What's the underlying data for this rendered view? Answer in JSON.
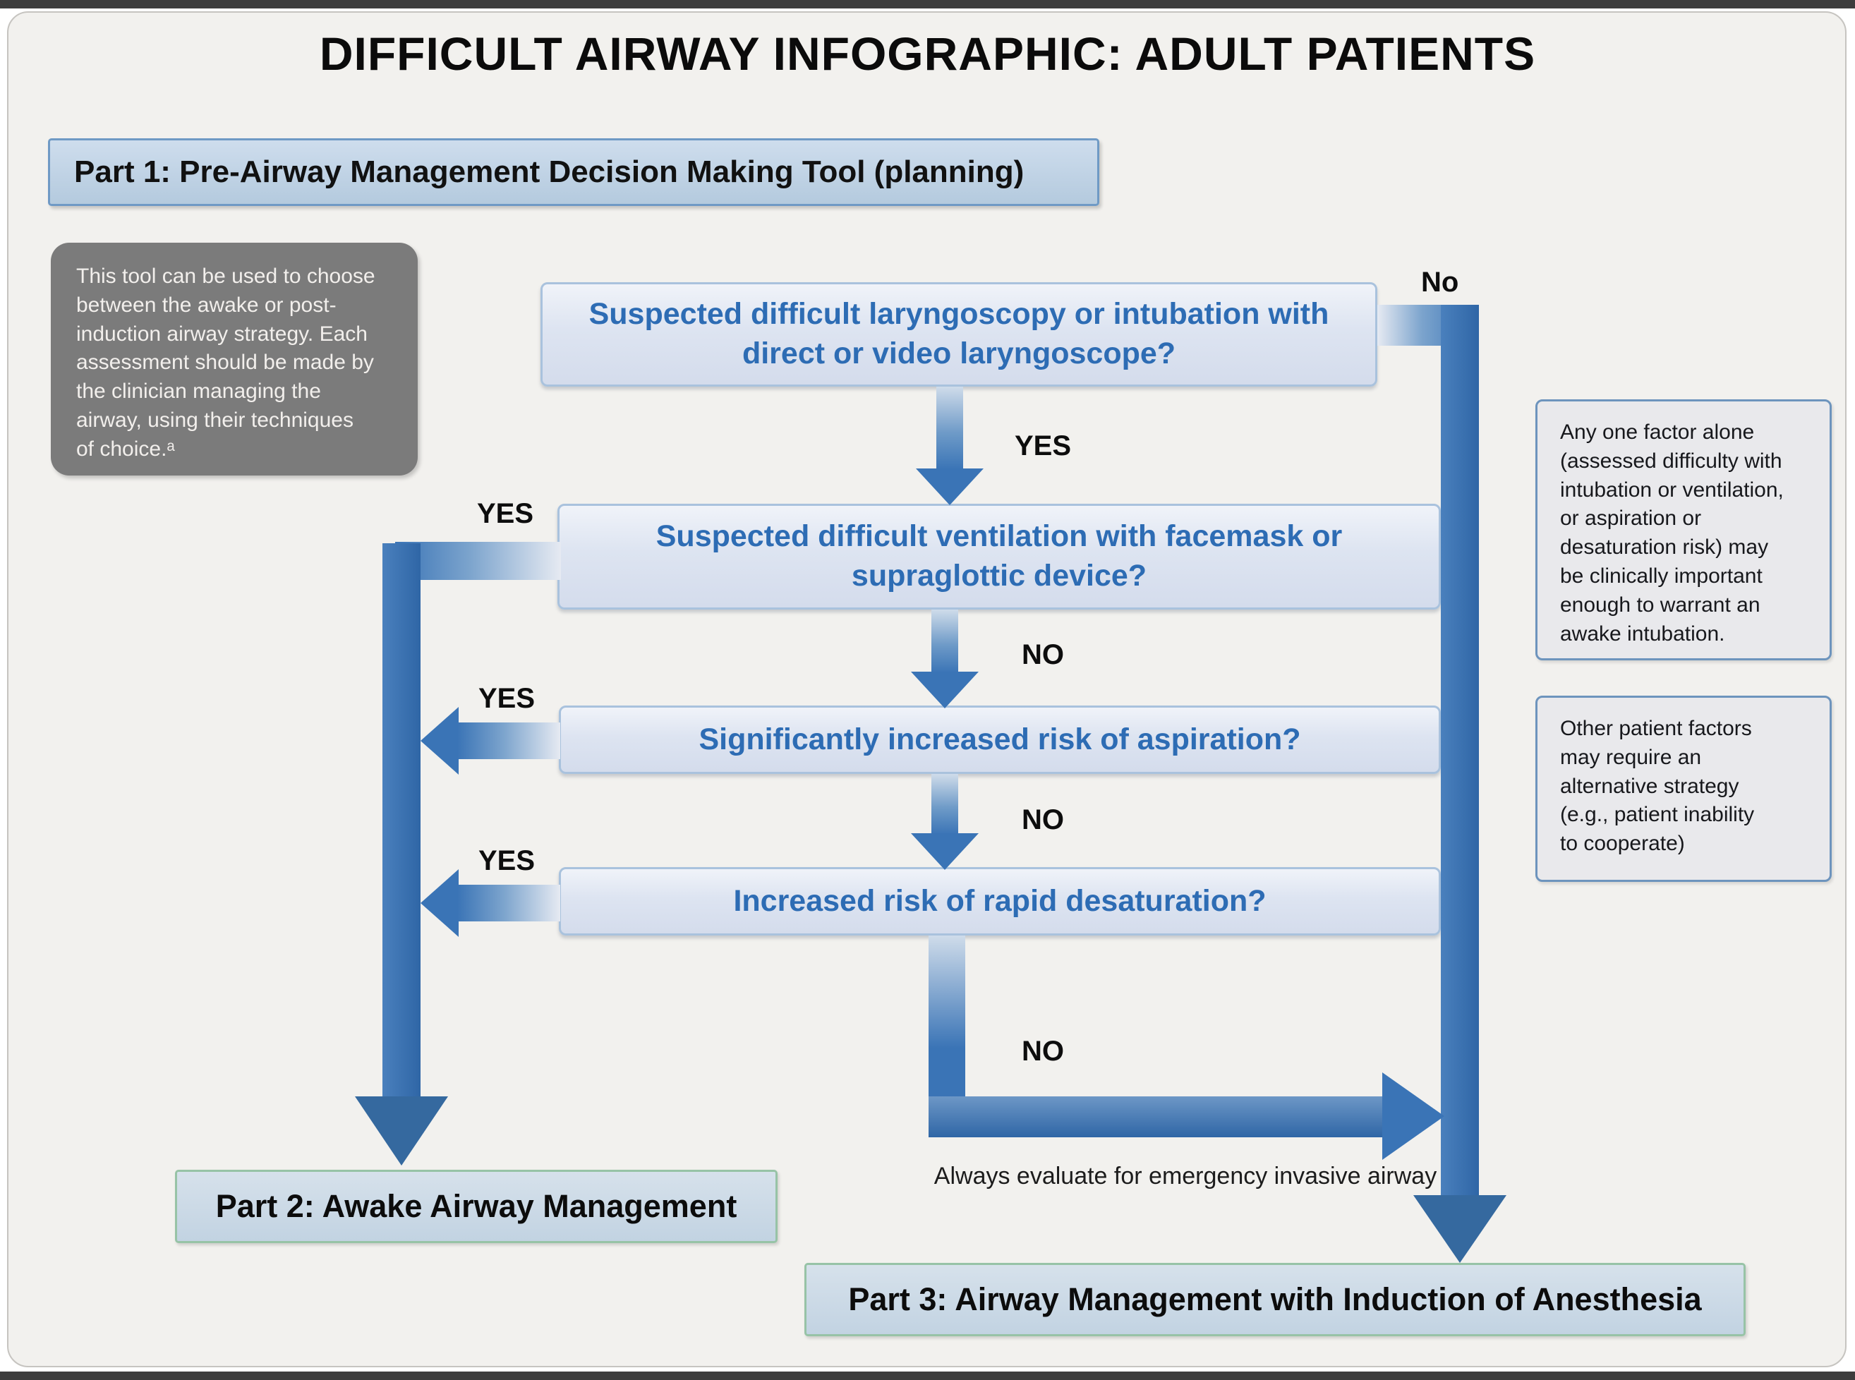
{
  "title": "DIFFICULT AIRWAY INFOGRAPHIC: ADULT PATIENTS",
  "part1_header": "Part 1: Pre-Airway Management Decision Making Tool (planning)",
  "planning_note": "This tool can be used to choose\nbetween the awake or post-\ninduction airway strategy. Each\nassessment should be made by\nthe clinician managing the\nairway, using their techniques\nof choice.ᵃ",
  "flow": {
    "q1": {
      "text": "Suspected difficult laryngoscopy or intubation with direct or video laryngoscope?",
      "branch_no": "No",
      "branch_yes": "YES"
    },
    "q2": {
      "text": "Suspected difficult ventilation with facemask or supraglottic device?",
      "branch_yes": "YES",
      "branch_no": "NO"
    },
    "q3": {
      "text": "Significantly increased risk of aspiration?",
      "branch_yes": "YES",
      "branch_no": "NO"
    },
    "q4": {
      "text": "Increased risk of rapid desaturation?",
      "branch_yes": "YES",
      "branch_no": "NO"
    }
  },
  "side_notes": {
    "awake_intubation": "Any one factor alone\n(assessed difficulty with\nintubation or ventilation,\nor aspiration or\ndesaturation risk) may\nbe clinically important\nenough to warrant an\nawake intubation.",
    "alternative_strategy": "Other patient factors\nmay require an\nalternative strategy\n(e.g., patient inability\nto cooperate)"
  },
  "footer": {
    "emergency_note": "Always evaluate for emergency invasive airway",
    "part2": "Part 2: Awake Airway Management",
    "part3": "Part 3: Airway Management with Induction of Anesthesia"
  },
  "colors": {
    "panel_bg": "#f2f1ee",
    "question_text": "#2d6cb4",
    "question_box_fill": "#dde4f1",
    "question_box_border": "#a9c2dd",
    "header_fill": "#bdd1e5",
    "header_border": "#6f9ac5",
    "arrow_blue": "#3a74b6",
    "note_gray": "#7b7b7b",
    "side_note_fill": "#e9e9ec",
    "side_note_border": "#6d94bd",
    "part_box_fill": "#cbd9e6",
    "part_box_border": "#97c3a6"
  }
}
